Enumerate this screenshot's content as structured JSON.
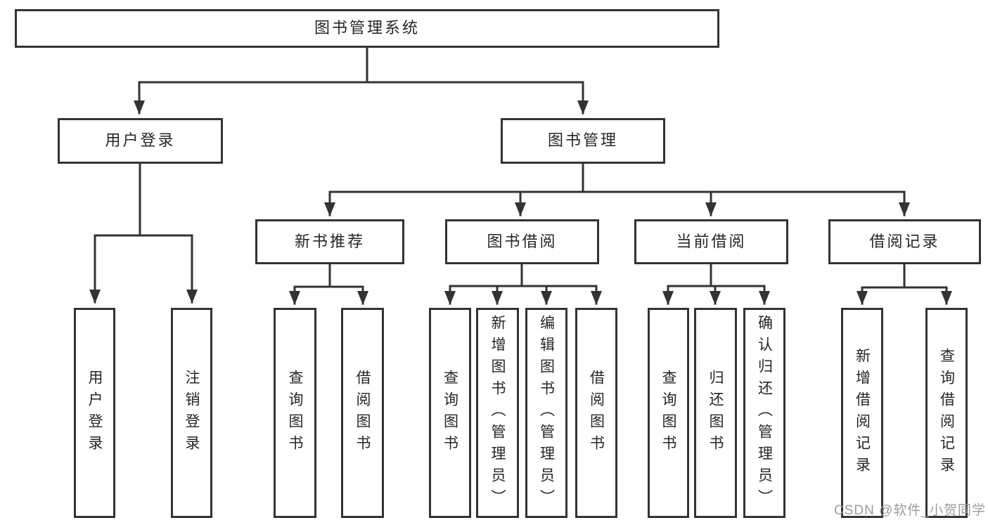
{
  "diagram": {
    "root": {
      "label": "图书管理系统"
    },
    "branches": [
      {
        "label": "用户登录",
        "children": [
          {
            "label": "用户登录"
          },
          {
            "label": "注销登录"
          }
        ]
      },
      {
        "label": "图书管理",
        "children": [
          {
            "label": "新书推荐",
            "children": [
              {
                "label": "查询图书"
              },
              {
                "label": "借阅图书"
              }
            ]
          },
          {
            "label": "图书借阅",
            "children": [
              {
                "label": "查询图书"
              },
              {
                "label": "新增图书（管理员）"
              },
              {
                "label": "编辑图书（管理员）"
              },
              {
                "label": "借阅图书"
              }
            ]
          },
          {
            "label": "当前借阅",
            "children": [
              {
                "label": "查询图书"
              },
              {
                "label": "归还图书"
              },
              {
                "label": "确认归还（管理员）"
              }
            ]
          },
          {
            "label": "借阅记录",
            "children": [
              {
                "label": "新增借阅记录"
              },
              {
                "label": "查询借阅记录"
              }
            ]
          }
        ]
      }
    ]
  },
  "watermark": {
    "text": "CSDN @软件_小贺同学"
  },
  "colors": {
    "line": "#333333",
    "box_border": "#333333",
    "box_background": "#ffffff",
    "text": "#262626",
    "watermark": "#9c9c9c"
  }
}
